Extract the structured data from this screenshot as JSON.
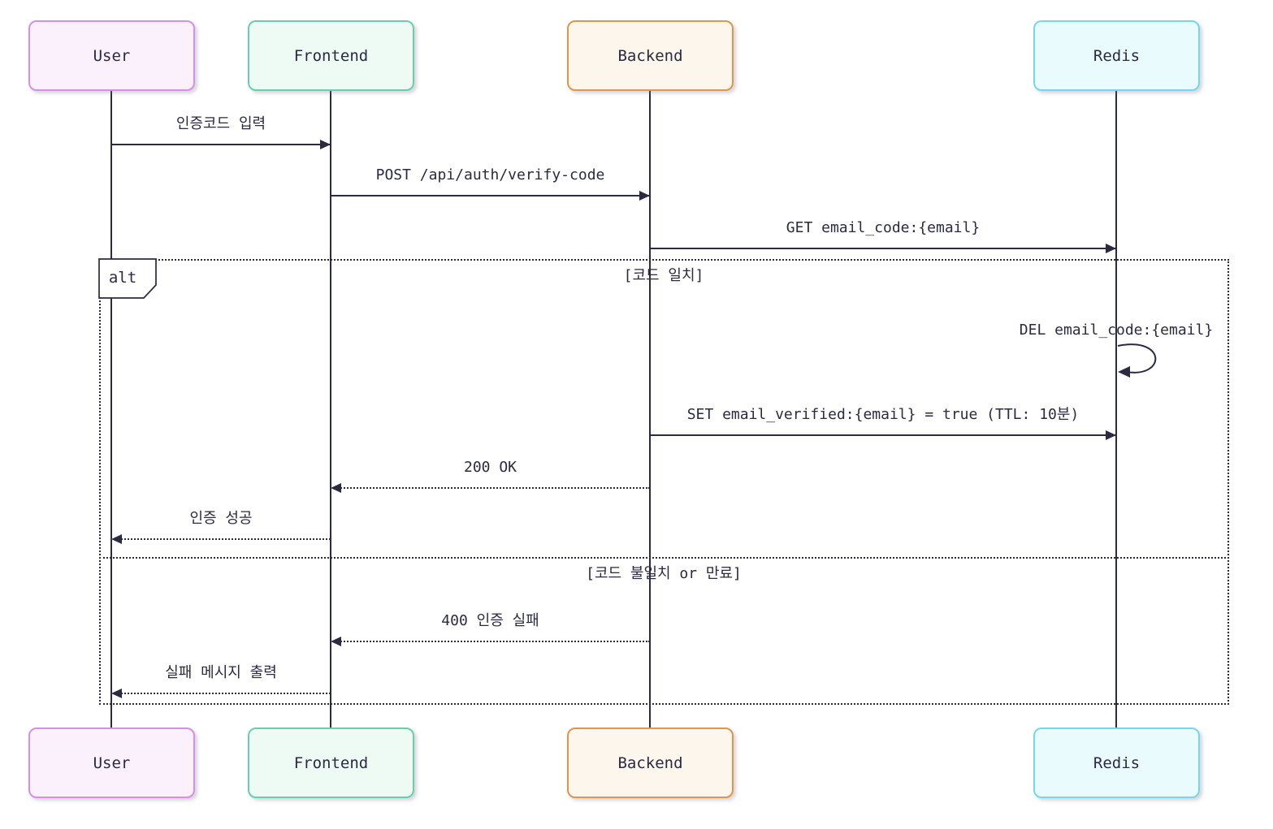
{
  "diagram": {
    "type": "sequence-diagram",
    "participants": [
      {
        "id": "user",
        "name": "User",
        "fill": "#fbf1fd",
        "border": "#d68ee8"
      },
      {
        "id": "frontend",
        "name": "Frontend",
        "fill": "#eefaf4",
        "border": "#68cfad"
      },
      {
        "id": "backend",
        "name": "Backend",
        "fill": "#fdf6ed",
        "border": "#e0964a"
      },
      {
        "id": "redis",
        "name": "Redis",
        "fill": "#eafbfe",
        "border": "#74d7ef"
      }
    ],
    "messages": [
      {
        "from": "User",
        "to": "Frontend",
        "text": "인증코드 입력",
        "line": "solid"
      },
      {
        "from": "Frontend",
        "to": "Backend",
        "text": "POST /api/auth/verify-code",
        "line": "solid"
      },
      {
        "from": "Backend",
        "to": "Redis",
        "text": "GET email_code:{email}",
        "line": "solid"
      },
      {
        "from": "Redis",
        "to": "Redis",
        "text": "DEL email_code:{email}",
        "line": "solid",
        "self": true
      },
      {
        "from": "Backend",
        "to": "Redis",
        "text": "SET email_verified:{email} = true (TTL: 10분)",
        "line": "solid"
      },
      {
        "from": "Backend",
        "to": "Frontend",
        "text": "200 OK",
        "line": "dotted"
      },
      {
        "from": "Frontend",
        "to": "User",
        "text": "인증 성공",
        "line": "dotted"
      },
      {
        "from": "Backend",
        "to": "Frontend",
        "text": "400 인증 실패",
        "line": "dotted"
      },
      {
        "from": "Frontend",
        "to": "User",
        "text": "실패 메시지 출력",
        "line": "dotted"
      }
    ],
    "alt_frame": {
      "label": "alt",
      "branches": [
        {
          "condition": "[코드 일치]"
        },
        {
          "condition": "[코드 불일치 or 만료]"
        }
      ]
    },
    "colors": {
      "ink": "#2a2a40",
      "background": "#ffffff"
    }
  }
}
